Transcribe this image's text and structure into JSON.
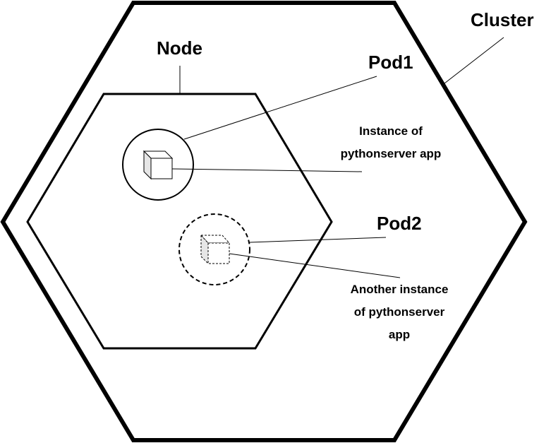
{
  "labels": {
    "cluster": "Cluster",
    "node": "Node",
    "pod1": "Pod1",
    "pod2": "Pod2"
  },
  "notes": {
    "pod1_line1": "Instance of",
    "pod1_line2": "pythonserver app",
    "pod2_line1": "Another instance",
    "pod2_line2": "of pythonserver",
    "pod2_line3": "app"
  },
  "colors": {
    "stroke": "#000000",
    "background": "#ffffff",
    "cube_side": "#e6e6e6"
  }
}
